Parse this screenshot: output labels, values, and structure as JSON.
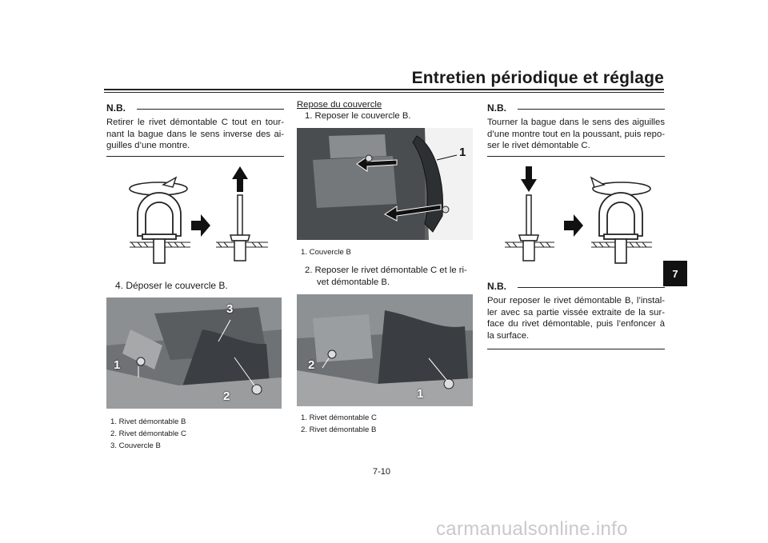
{
  "header": {
    "title": "Entretien périodique et réglage"
  },
  "col1": {
    "nb_label": "N.B.",
    "nb_text": "Retirer le rivet démontable C tout en tour-nant la bague dans le sens inverse des ai-guilles d’une montre.",
    "step4": "4. Déposer le couvercle B.",
    "photo_labels": [
      "1",
      "2",
      "3"
    ],
    "captions": [
      "1. Rivet démontable B",
      "2. Rivet démontable C",
      "3. Couvercle B"
    ]
  },
  "col2": {
    "section_title": "Repose du couvercle",
    "step1": "1. Reposer le couvercle B.",
    "photo1_label": "1",
    "caption1": "1. Couvercle B",
    "step2_line1": "2. Reposer le rivet démontable C et le ri-",
    "step2_line2": "vet démontable B.",
    "photo2_labels": [
      "2",
      "1"
    ],
    "captions2": [
      "1. Rivet démontable C",
      "2. Rivet démontable B"
    ]
  },
  "col3": {
    "nb1_label": "N.B.",
    "nb1_text": "Tourner la bague dans le sens des aiguilles d’une montre tout en la poussant, puis repo-ser le rivet démontable C.",
    "nb2_label": "N.B.",
    "nb2_text": "Pour reposer le rivet démontable B, l’instal-ler avec sa partie vissée extraite de la sur-face du rivet démontable, puis l’enfoncer à la surface."
  },
  "chapter_tab": "7",
  "page_number": "7-10",
  "watermark": "carmanualsonline.info"
}
